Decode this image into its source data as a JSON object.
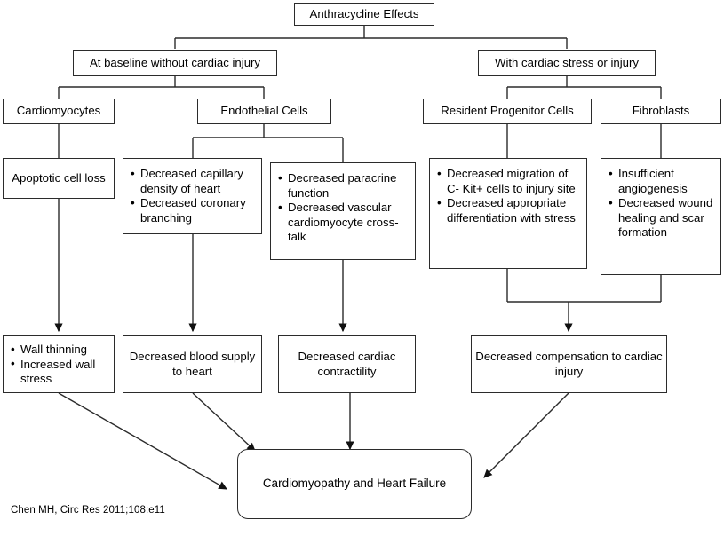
{
  "figure": {
    "caption": "Chen MH, Circ Res 2011;108:e11",
    "line_color": "#2b2b2b"
  },
  "nodes": {
    "root": {
      "label": "Anthracycline Effects"
    },
    "branch_left": {
      "label": "At baseline without cardiac injury"
    },
    "branch_right": {
      "label": "With cardiac stress or injury"
    },
    "cardiomyocytes": {
      "label": "Cardiomyocytes"
    },
    "endothelial": {
      "label": "Endothelial Cells"
    },
    "progenitor": {
      "label": "Resident Progenitor Cells"
    },
    "fibroblasts": {
      "label": "Fibroblasts"
    },
    "apoptotic": {
      "label": "Apoptotic cell loss"
    },
    "capillary": {
      "bullets": [
        "Decreased capillary density of heart",
        "Decreased coronary branching"
      ]
    },
    "paracrine": {
      "bullets": [
        "Decreased paracrine function",
        "Decreased vascular cardiomyocyte cross-talk"
      ]
    },
    "migration": {
      "bullets": [
        "Decreased migration of C- Kit+ cells to injury site",
        "Decreased appropriate differentiation with stress"
      ]
    },
    "angiogenesis": {
      "bullets": [
        "Insufficient angiogenesis",
        "Decreased wound healing and scar formation"
      ]
    },
    "wall": {
      "bullets": [
        "Wall thinning",
        "Increased wall stress"
      ]
    },
    "blood_supply": {
      "label": "Decreased blood supply to heart"
    },
    "contractility": {
      "label": "Decreased cardiac contractility"
    },
    "compensation": {
      "label": "Decreased compensation to cardiac injury"
    },
    "outcome": {
      "label": "Cardiomyopathy and Heart Failure"
    }
  }
}
